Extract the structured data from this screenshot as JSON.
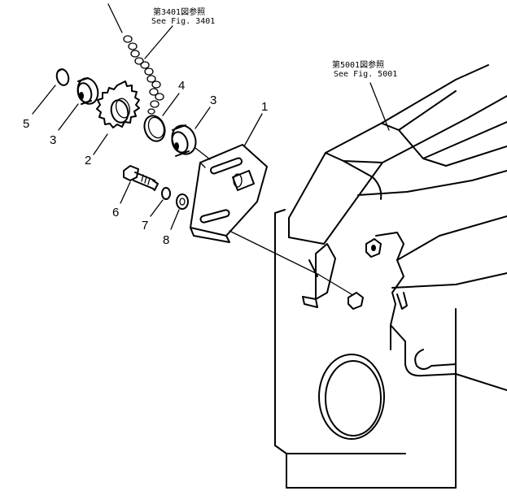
{
  "references": {
    "fig3401": {
      "line1": "第3401図参照",
      "line2": "See Fig. 3401"
    },
    "fig5001": {
      "line1": "第5001図参照",
      "line2": "See Fig. 5001"
    }
  },
  "callouts": [
    {
      "id": "1",
      "text": "1"
    },
    {
      "id": "2",
      "text": "2"
    },
    {
      "id": "3a",
      "text": "3"
    },
    {
      "id": "3b",
      "text": "3"
    },
    {
      "id": "4",
      "text": "4"
    },
    {
      "id": "5",
      "text": "5"
    },
    {
      "id": "6",
      "text": "6"
    },
    {
      "id": "7",
      "text": "7"
    },
    {
      "id": "8",
      "text": "8"
    }
  ]
}
